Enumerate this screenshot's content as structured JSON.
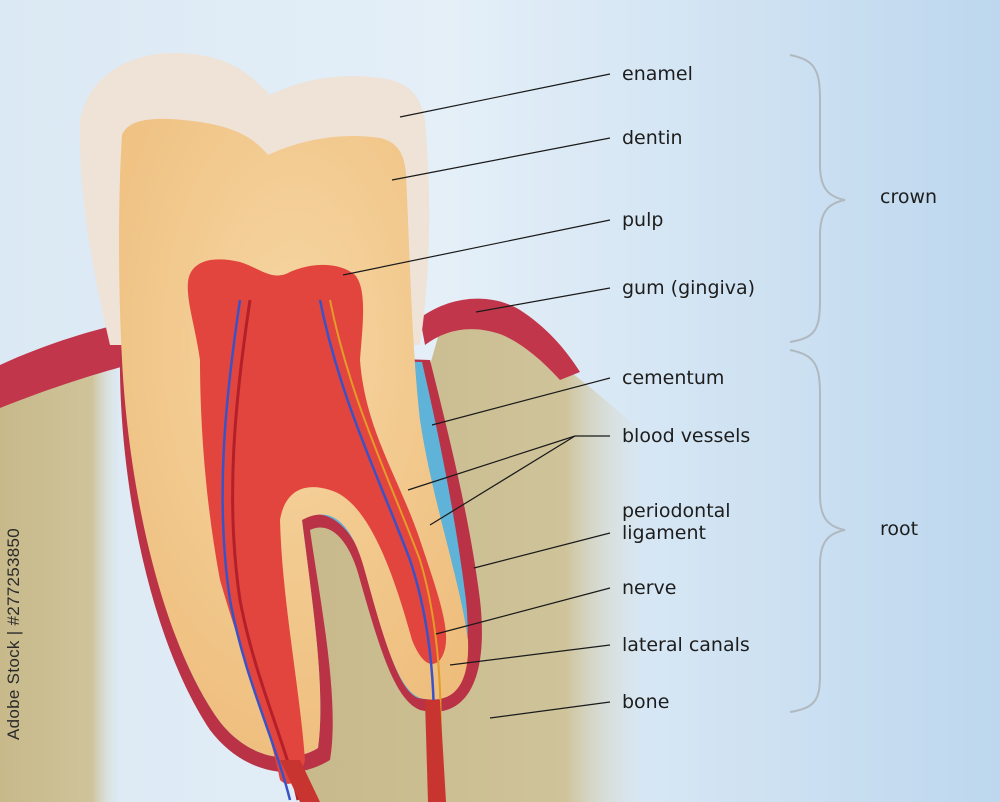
{
  "labels": {
    "enamel": "enamel",
    "dentin": "dentin",
    "pulp": "pulp",
    "gum": "gum (gingiva)",
    "cementum": "cementum",
    "blood_vessels": "blood vessels",
    "periodontal": "periodontal\nligament",
    "nerve": "nerve",
    "lateral_canals": "lateral canals",
    "bone": "bone"
  },
  "groups": {
    "crown": "crown",
    "root": "root"
  },
  "stock_id": "Adobe Stock | #277253850",
  "colors": {
    "background": "#dbe9f4",
    "enamel": "#efe2d6",
    "dentin": "#f2c98c",
    "pulp": "#e2453e",
    "gum": "#c2364c",
    "cementum": "#5fb2d8",
    "bone": "#c9bb8e",
    "leader": "#1a1a1a"
  }
}
